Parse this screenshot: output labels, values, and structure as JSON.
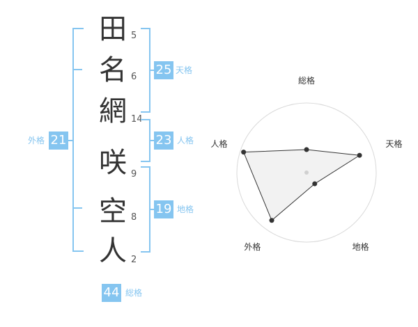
{
  "name": {
    "characters": [
      "田",
      "名",
      "網",
      "咲",
      "空",
      "人"
    ],
    "strokes": [
      "5",
      "6",
      "14",
      "9",
      "8",
      "2"
    ]
  },
  "kakusu": {
    "tenkaku": {
      "label": "天格",
      "value": "25"
    },
    "jinkaku": {
      "label": "人格",
      "value": "23"
    },
    "chikaku": {
      "label": "地格",
      "value": "19"
    },
    "gaikaku": {
      "label": "外格",
      "value": "21"
    },
    "soukaku": {
      "label": "総格",
      "value": "44"
    }
  },
  "chart_data": {
    "type": "radar",
    "axes": [
      "総格",
      "天格",
      "地格",
      "外格",
      "人格"
    ],
    "values": [
      0.33,
      0.8,
      0.2,
      0.85,
      0.95
    ],
    "rings": 4,
    "max": 1
  },
  "colors": {
    "accent": "#85c5f0",
    "text": "#333333",
    "fill": "#f2f2f2"
  }
}
